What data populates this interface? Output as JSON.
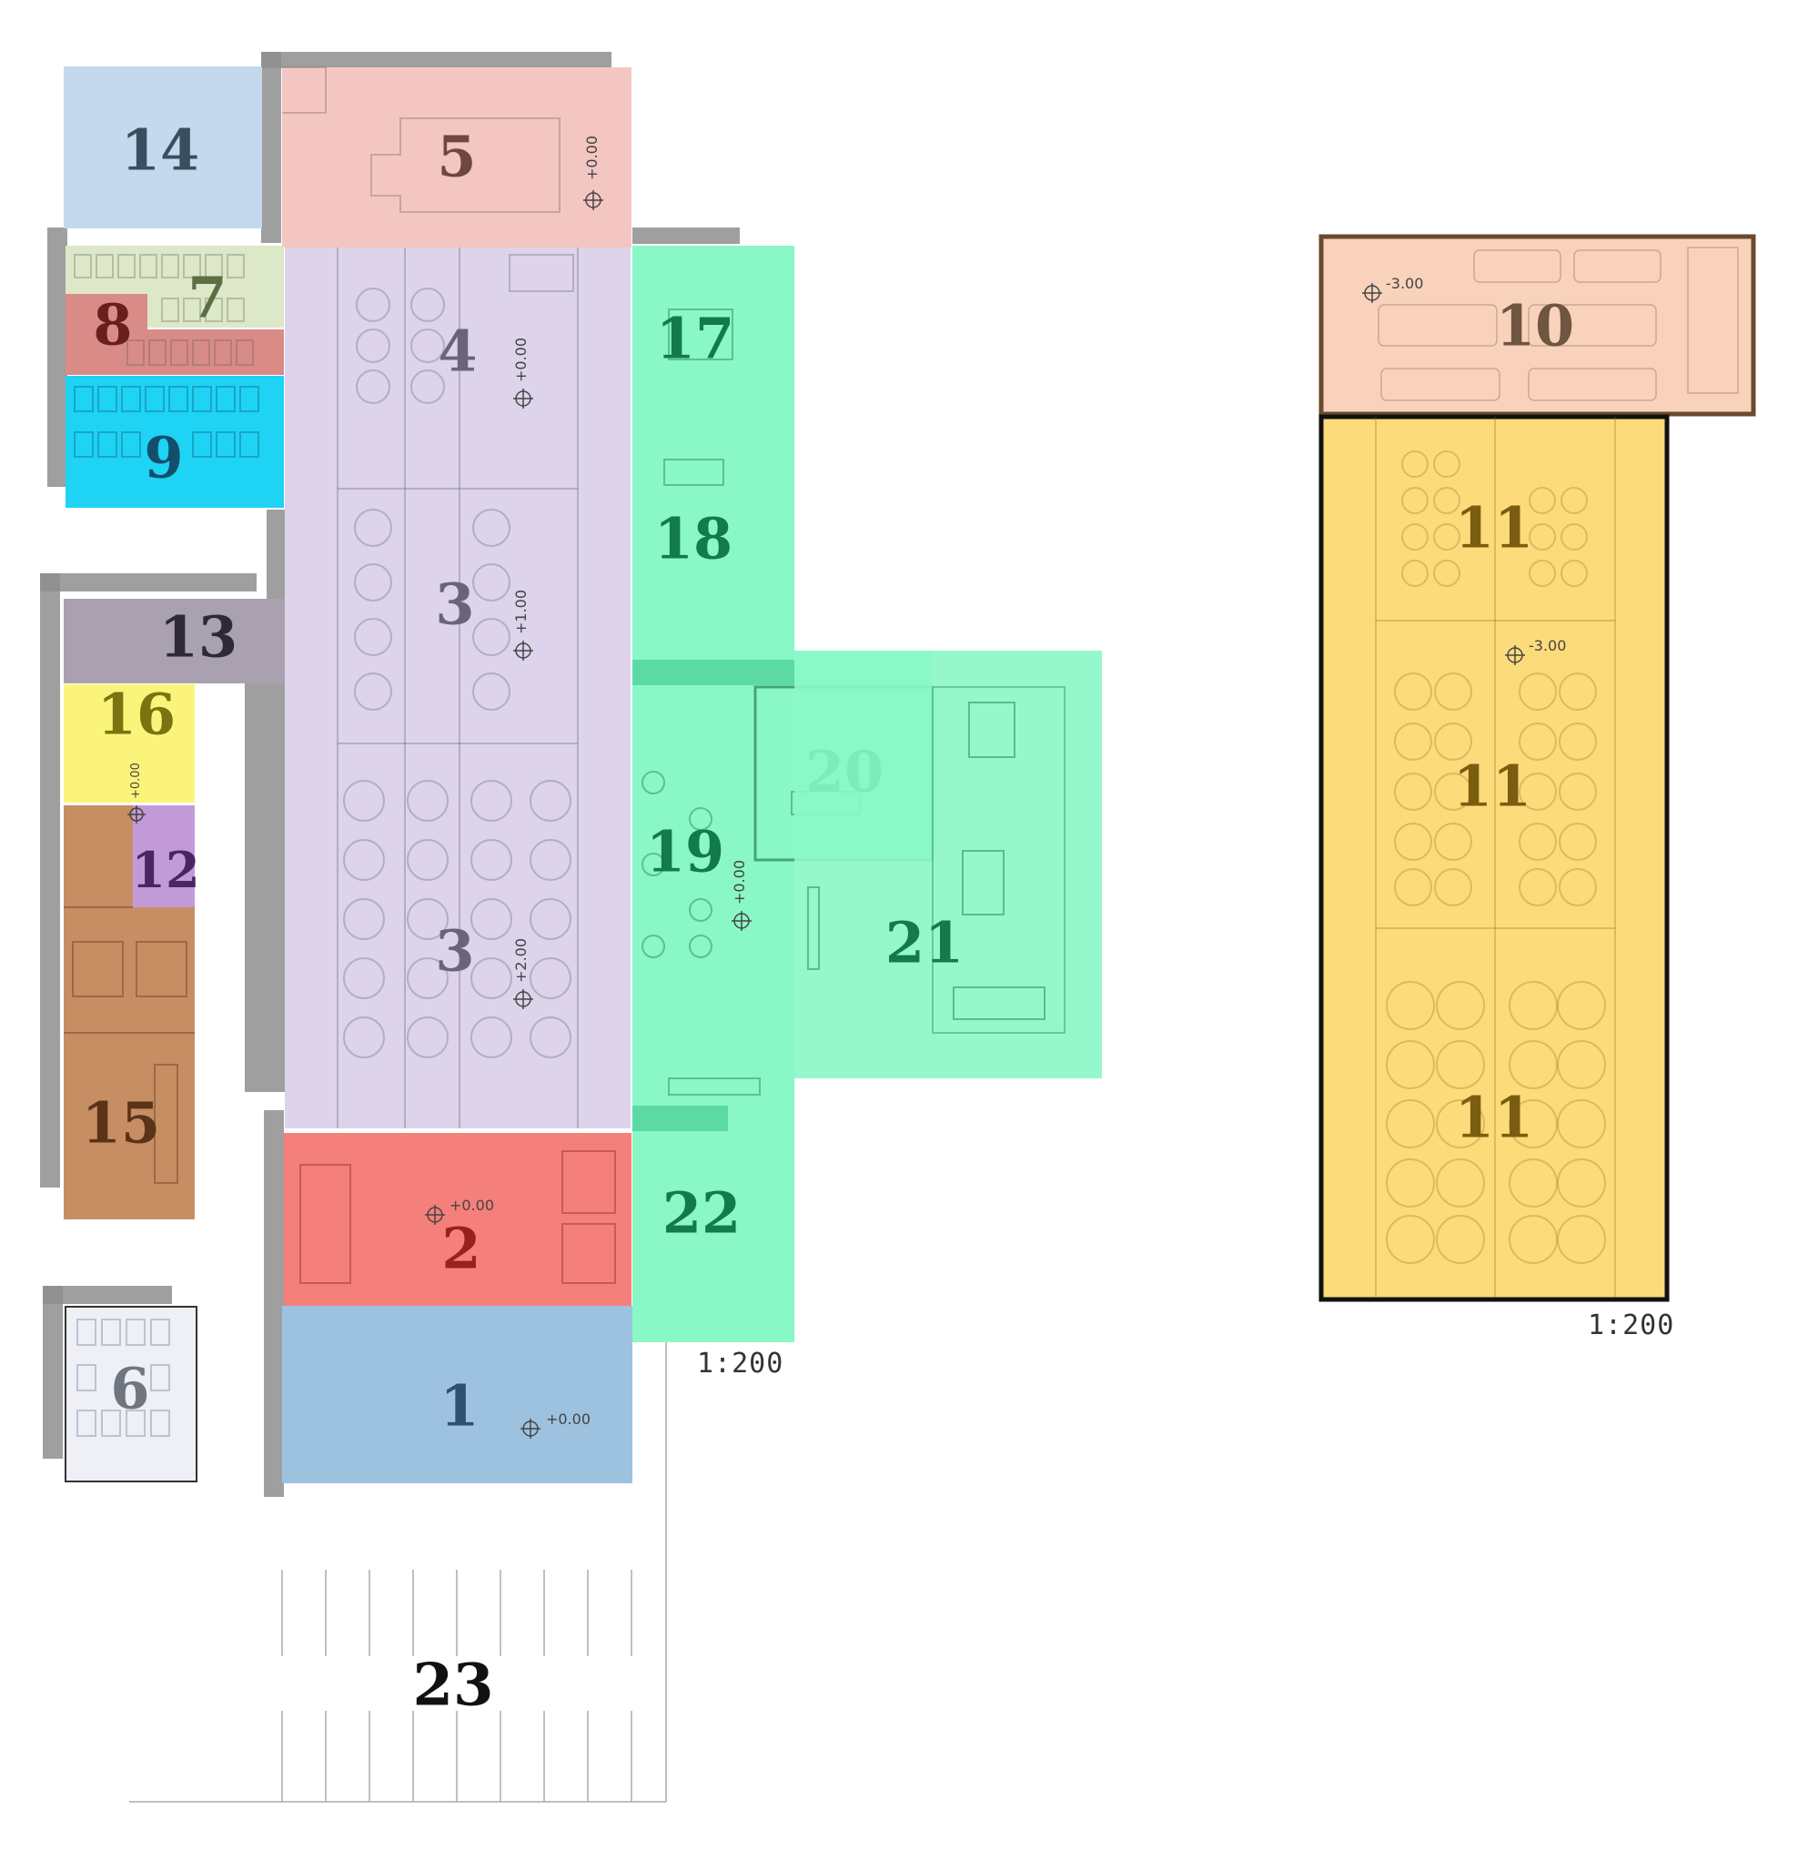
{
  "rooms": {
    "r1": {
      "label": "1",
      "fill": "#9dc2e0",
      "text_color": "#2f4f6f"
    },
    "r2": {
      "label": "2",
      "fill": "#f47f7b",
      "text_color": "#9a1f1f"
    },
    "r3a": {
      "label": "3",
      "fill": "#ddd3ea",
      "text_color": "#6b6478"
    },
    "r3b": {
      "label": "3",
      "fill": "#ddd3ea",
      "text_color": "#6b6478"
    },
    "r4": {
      "label": "4",
      "fill": "#ddd3ea",
      "text_color": "#6b6478"
    },
    "r5": {
      "label": "5",
      "fill": "#f4c6c2",
      "text_color": "#6e4744"
    },
    "r6": {
      "label": "6",
      "fill": "#eef0f5",
      "text_color": "#707680"
    },
    "r7": {
      "label": "7",
      "fill": "#dde8c8",
      "text_color": "#5d6e43"
    },
    "r8": {
      "label": "8",
      "fill": "#d98b88",
      "text_color": "#6a1e1e"
    },
    "r9": {
      "label": "9",
      "fill": "#1ed3f4",
      "text_color": "#144e6b"
    },
    "r10": {
      "label": "10",
      "fill": "#f8d2bb",
      "text_color": "#6e5640"
    },
    "r11a": {
      "label": "11",
      "fill": "#fcdb7b",
      "text_color": "#7a5d10"
    },
    "r11b": {
      "label": "11",
      "fill": "#fcdb7b",
      "text_color": "#7a5d10"
    },
    "r11c": {
      "label": "11",
      "fill": "#fcdb7b",
      "text_color": "#7a5d10"
    },
    "r12": {
      "label": "12",
      "fill": "#c39ad8",
      "text_color": "#4b2563"
    },
    "r13": {
      "label": "13",
      "fill": "#a9a0b0",
      "text_color": "#2f2838"
    },
    "r14": {
      "label": "14",
      "fill": "#c5d8ec",
      "text_color": "#3b4d60"
    },
    "r15": {
      "label": "15",
      "fill": "#c78e63",
      "text_color": "#5a3318"
    },
    "r16": {
      "label": "16",
      "fill": "#fbf47a",
      "text_color": "#7a7410"
    },
    "r17": {
      "label": "17",
      "fill": "#8af7c6",
      "text_color": "#137a4a"
    },
    "r18": {
      "label": "18",
      "fill": "#8af7c6",
      "text_color": "#137a4a"
    },
    "r19": {
      "label": "19",
      "fill": "#8af7c6",
      "text_color": "#137a4a"
    },
    "r20": {
      "label": "20",
      "fill": "#8af7c6",
      "text_color": "#137a4a"
    },
    "r21": {
      "label": "21",
      "fill": "#8af7c6",
      "text_color": "#137a4a"
    },
    "r22": {
      "label": "22",
      "fill": "#8af7c6",
      "text_color": "#137a4a"
    },
    "r23": {
      "label": "23",
      "fill": "#ffffff",
      "text_color": "#111111"
    }
  },
  "levels": {
    "l5": "+0.00",
    "l4": "+0.00",
    "l3a": "+1.00",
    "l3b": "+2.00",
    "l2": "+0.00",
    "l1": "+0.00",
    "l16": "+0.00",
    "l19": "+0.00",
    "l10": "-3.00",
    "l11": "-3.00"
  },
  "scales": {
    "main": "1:200",
    "right": "1:200"
  }
}
